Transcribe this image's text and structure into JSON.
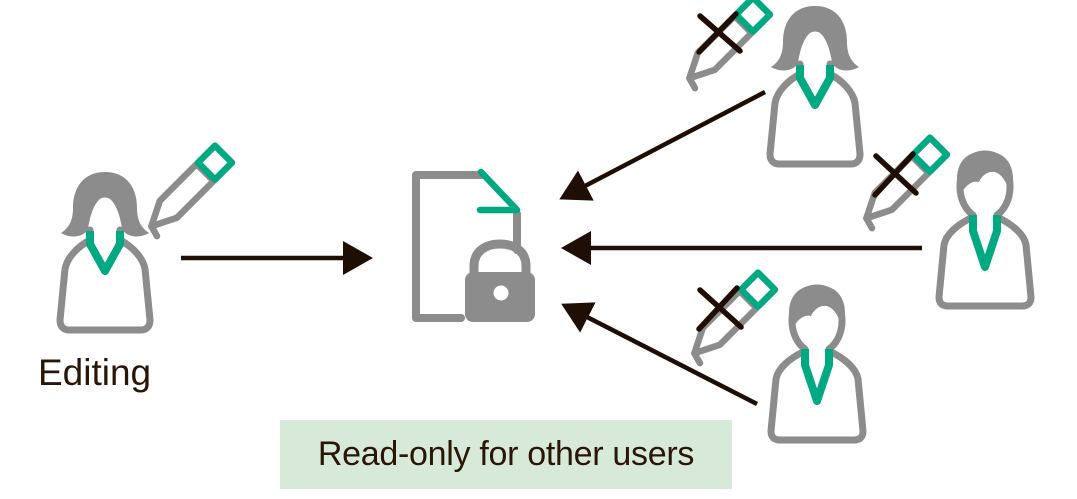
{
  "diagram": {
    "type": "flow-illustration",
    "labels": {
      "editing": "Editing",
      "read_only_banner": "Read-only for other users"
    },
    "colors": {
      "background": "#FFFFFF",
      "accent_green": "#00A982",
      "figure_gray": "#8C8C8C",
      "ink": "#1F0E03",
      "banner_background": "#D7E9D8",
      "banner_text": "#2A1606"
    },
    "icons": [
      {
        "name": "editing-user-icon",
        "meaning": "female user currently editing"
      },
      {
        "name": "pencil-icon",
        "meaning": "pencil (editing allowed)"
      },
      {
        "name": "locked-document-icon",
        "meaning": "document with lock"
      },
      {
        "name": "reader-user-top-icon",
        "meaning": "female user, read-only"
      },
      {
        "name": "reader-user-right-icon",
        "meaning": "male user, read-only"
      },
      {
        "name": "reader-user-bottom-icon",
        "meaning": "male user, read-only"
      },
      {
        "name": "crossed-pencil-icon",
        "meaning": "pencil crossed out (no editing)"
      }
    ],
    "arrows": [
      {
        "from": "editing-user",
        "to": "locked-document"
      },
      {
        "from": "reader-user-top",
        "to": "locked-document"
      },
      {
        "from": "reader-user-right",
        "to": "locked-document"
      },
      {
        "from": "reader-user-bottom",
        "to": "locked-document"
      }
    ]
  }
}
